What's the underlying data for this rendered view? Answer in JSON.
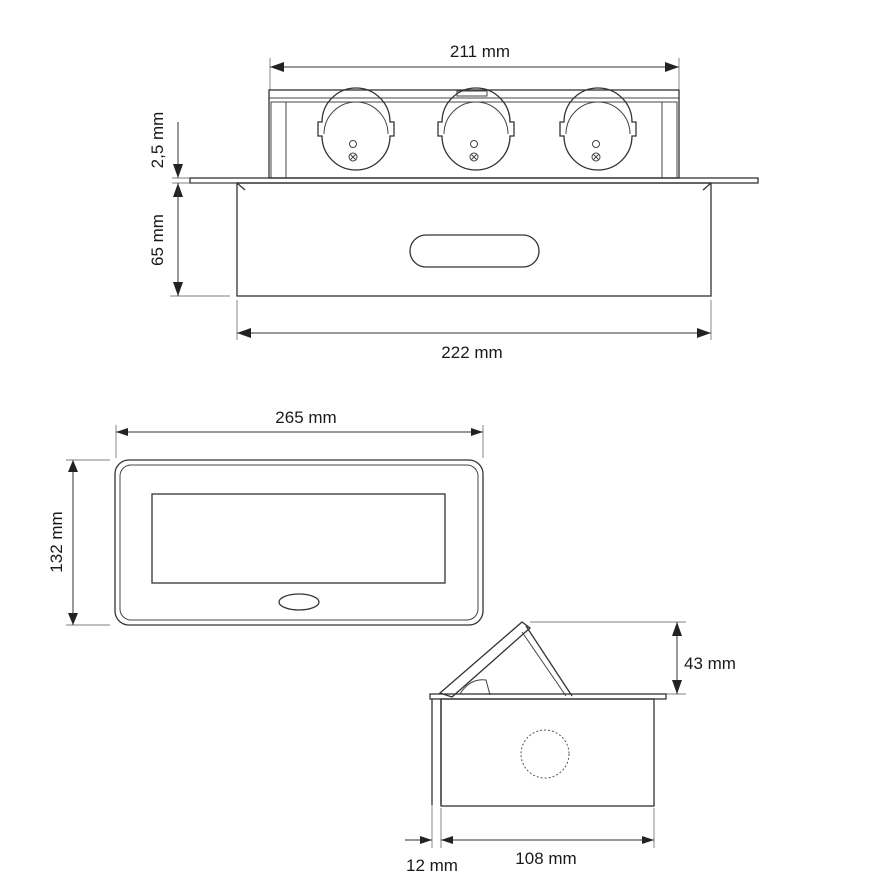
{
  "front_view": {
    "label_top_width": "211 mm",
    "label_bottom_width": "222 mm",
    "label_flange": "2,5 mm",
    "label_depth": "65 mm",
    "socket_count": 3
  },
  "top_view": {
    "label_width": "265 mm",
    "label_height": "132 mm"
  },
  "side_view": {
    "label_lid_height": "43 mm",
    "label_offset": "12 mm",
    "label_body_width": "108 mm"
  }
}
